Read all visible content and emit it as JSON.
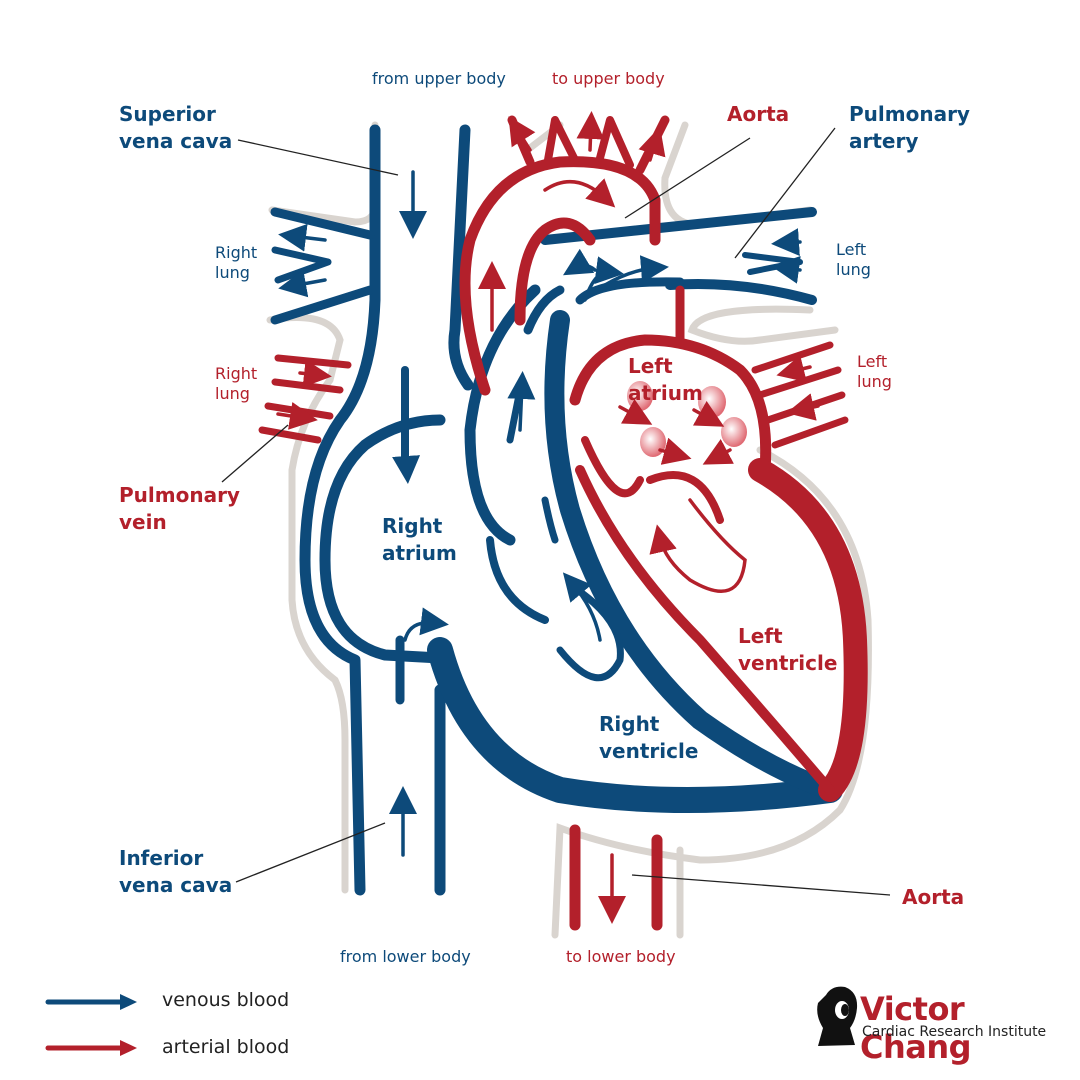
{
  "labels": {
    "from_upper_body": "from upper body",
    "to_upper_body": "to upper body",
    "aorta_top": "Aorta",
    "pulmonary_artery": "Pulmonary\nartery",
    "superior_vena_cava": "Superior\nvena cava",
    "right_lung_top": "Right\nlung",
    "left_lung_top": "Left\nlung",
    "right_lung_vein": "Right\nlung",
    "left_lung_vein": "Left\nlung",
    "pulmonary_vein": "Pulmonary\nvein",
    "left_atrium": "Left\natrium",
    "right_atrium": "Right\natrium",
    "left_ventricle": "Left\nventricle",
    "right_ventricle": "Right\nventricle",
    "inferior_vena_cava": "Inferior\nvena cava",
    "aorta_bottom": "Aorta",
    "from_lower_body": "from lower body",
    "to_lower_body": "to lower body"
  },
  "legend": {
    "venous": "venous blood",
    "arterial": "arterial blood"
  },
  "logo": {
    "name": "Victor Chang",
    "subtitle": "Cardiac Research Institute"
  },
  "colors": {
    "venous": "#0d4a7a",
    "arterial": "#b3202b",
    "outline": "#d9d4cf"
  }
}
